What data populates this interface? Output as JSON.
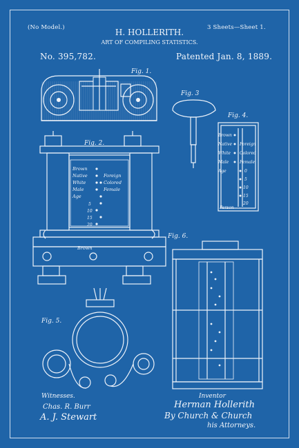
{
  "header": {
    "no_model": "(No Model.)",
    "sheets": "3 Sheets—Sheet 1.",
    "inventor_name": "H. HOLLERITH.",
    "title": "ART OF COMPILING STATISTICS.",
    "patent_no": "No. 395,782.",
    "patented": "Patented Jan. 8, 1889."
  },
  "figures": {
    "fig1": "Fig. 1.",
    "fig2": "Fig. 2.",
    "fig3": "Fig. 3",
    "fig4": "Fig. 4.",
    "fig5": "Fig. 5.",
    "fig6": "Fig. 6."
  },
  "card_labels": {
    "left": [
      "Brown",
      "Native",
      "White",
      "Male",
      "Age"
    ],
    "right": [
      "Foreign",
      "Colored",
      "Female"
    ],
    "digits": [
      "5",
      "10",
      "15",
      "20"
    ],
    "bottom": "Brown",
    "fig4_left": [
      "Brown",
      "Native",
      "White",
      "Male",
      "Age"
    ],
    "fig4_right": [
      "Foreign",
      "Colored",
      "Female"
    ],
    "fig4_digits": [
      "0",
      "5",
      "10",
      "15",
      "20"
    ],
    "fig4_bottom": "Person"
  },
  "footer": {
    "witnesses_label": "Witnesses.",
    "witness1": "Chas. R. Burr",
    "witness2": "A. J. Stewart",
    "inventor_label": "Inventor",
    "inventor_signature": "Herman Hollerith",
    "by_line": "By Church & Church",
    "attorneys": "his Attorneys."
  },
  "colors": {
    "background": "#1f64a8",
    "ink": "#eef3fa"
  }
}
